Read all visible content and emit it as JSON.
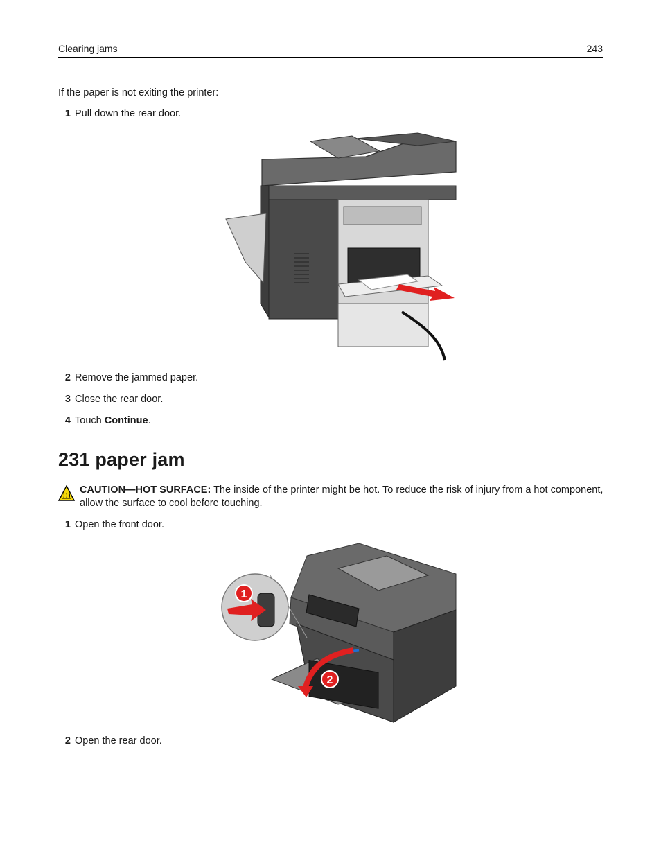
{
  "header": {
    "section": "Clearing jams",
    "page": "243"
  },
  "intro": "If the paper is not exiting the printer:",
  "steps_a": [
    {
      "num": "1",
      "text": "Pull down the rear door."
    },
    {
      "num": "2",
      "text": "Remove the jammed paper."
    },
    {
      "num": "3",
      "text": "Close the rear door."
    },
    {
      "num": "4",
      "prefix": "Touch ",
      "bold": "Continue",
      "suffix": "."
    }
  ],
  "heading": "231 paper jam",
  "caution": {
    "label": "CAUTION—HOT SURFACE:",
    "text": " The inside of the printer might be hot. To reduce the risk of injury from a hot component, allow the surface to cool before touching."
  },
  "steps_b": [
    {
      "num": "1",
      "text": "Open the front door."
    },
    {
      "num": "2",
      "text": "Open the rear door."
    }
  ],
  "figure2": {
    "callout_1": "1",
    "callout_2": "2"
  },
  "colors": {
    "arrow_red": "#e02020",
    "printer_dark": "#4a4a4a",
    "cable_blue": "#1f6fd1"
  }
}
